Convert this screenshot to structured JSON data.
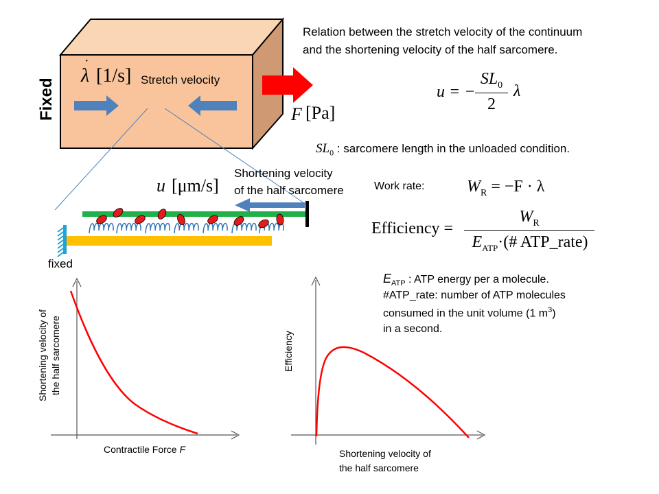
{
  "colors": {
    "box_front": "#f9c49b",
    "box_top": "#fbd6b4",
    "box_side": "#cf9a73",
    "arrow_red": "#ff0000",
    "arrow_blue": "#4f81bd",
    "filament_green": "#21b14b",
    "filament_yellow": "#ffc000",
    "myosin_red": "#e31b1b",
    "spring_blue": "#2e75b6",
    "wall_cyan": "#22a3d6",
    "curve_red": "#ff0000"
  },
  "box": {
    "side_label": "Fixed",
    "stretch_rate_symbol": "λ",
    "stretch_rate_unit": "[1/s]",
    "stretch_label": "Stretch velocity",
    "force_symbol": "F",
    "force_unit": "[Pa]"
  },
  "relation": {
    "line1": "Relation between the stretch velocity of the continuum",
    "line2": "and the shortening velocity of the half sarcomere.",
    "eq_lhs": "u = −",
    "eq_numer": "SL",
    "eq_numer_sub": "0",
    "eq_denom": "2",
    "eq_rhs": "λ",
    "sl0_symbol": "SL",
    "sl0_sub": "0",
    "sl0_text": ": sarcomere length in the unloaded condition."
  },
  "sarcomere": {
    "velocity_symbol": "u",
    "velocity_unit": "[μm/s]",
    "label_line1": "Shortening velocity",
    "label_line2": "of the half sarcomere",
    "fixed_label": "fixed"
  },
  "work": {
    "label": "Work rate:",
    "lhs": "W",
    "lhs_sub": "R",
    "rhs": "= −F · λ",
    "eff_label": "Efficiency =",
    "eff_numer": "W",
    "eff_numer_sub": "R",
    "eff_denom_e": "E",
    "eff_denom_sub": "ATP",
    "eff_denom_rest": "·(# ATP_rate)"
  },
  "notes": {
    "eatp_symbol": "E",
    "eatp_sub": "ATP",
    "eatp_text": ": ATP energy per a molecule.",
    "rate_line1": "#ATP_rate: number of ATP molecules",
    "rate_line2_a": "consumed in the unit volume (1 m",
    "rate_line2_sup": "3",
    "rate_line2_b": ")",
    "rate_line3": "in a second."
  },
  "plot1": {
    "ylabel_line1": "Shortening velocity of",
    "ylabel_line2": "the half sarcomere",
    "xlabel": "Contractile Force",
    "xlabel_symbol": "F"
  },
  "plot2": {
    "ylabel": "Efficiency",
    "xlabel_line1": "Shortening velocity of",
    "xlabel_line2": "the half sarcomere"
  }
}
